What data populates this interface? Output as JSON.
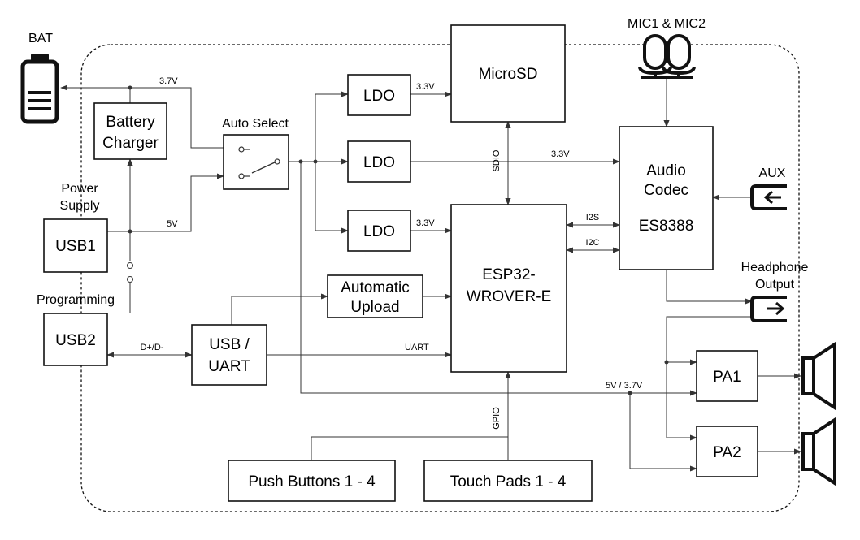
{
  "labels": {
    "bat": "BAT",
    "battery_charger_1": "Battery",
    "battery_charger_2": "Charger",
    "auto_select": "Auto Select",
    "power_supply_1": "Power",
    "power_supply_2": "Supply",
    "usb1": "USB1",
    "programming": "Programming",
    "usb2": "USB2",
    "usb_uart_1": "USB /",
    "usb_uart_2": "UART",
    "ldo_1": "LDO",
    "ldo_2": "LDO",
    "ldo_3": "LDO",
    "microsd": "MicroSD",
    "esp32_1": "ESP32-",
    "esp32_2": "WROVER-E",
    "auto_upload_1": "Automatic",
    "auto_upload_2": "Upload",
    "codec_1": "Audio",
    "codec_2": "Codec",
    "codec_3": "ES8388",
    "mic": "MIC1 & MIC2",
    "aux": "AUX",
    "headphone_1": "Headphone",
    "headphone_2": "Output",
    "pa1": "PA1",
    "pa2": "PA2",
    "push_buttons": "Push Buttons 1 - 4",
    "touch_pads": "Touch Pads 1 - 4"
  },
  "signals": {
    "v37": "3.7V",
    "v5": "5V",
    "v33_a": "3.3V",
    "v33_b": "3.3V",
    "v33_c": "3.3V",
    "sdio": "SDIO",
    "i2s": "I2S",
    "i2c": "I2C",
    "dpdm": "D+/D-",
    "uart": "UART",
    "gpio": "GPIO",
    "pa_supply": "5V / 3.7V"
  }
}
